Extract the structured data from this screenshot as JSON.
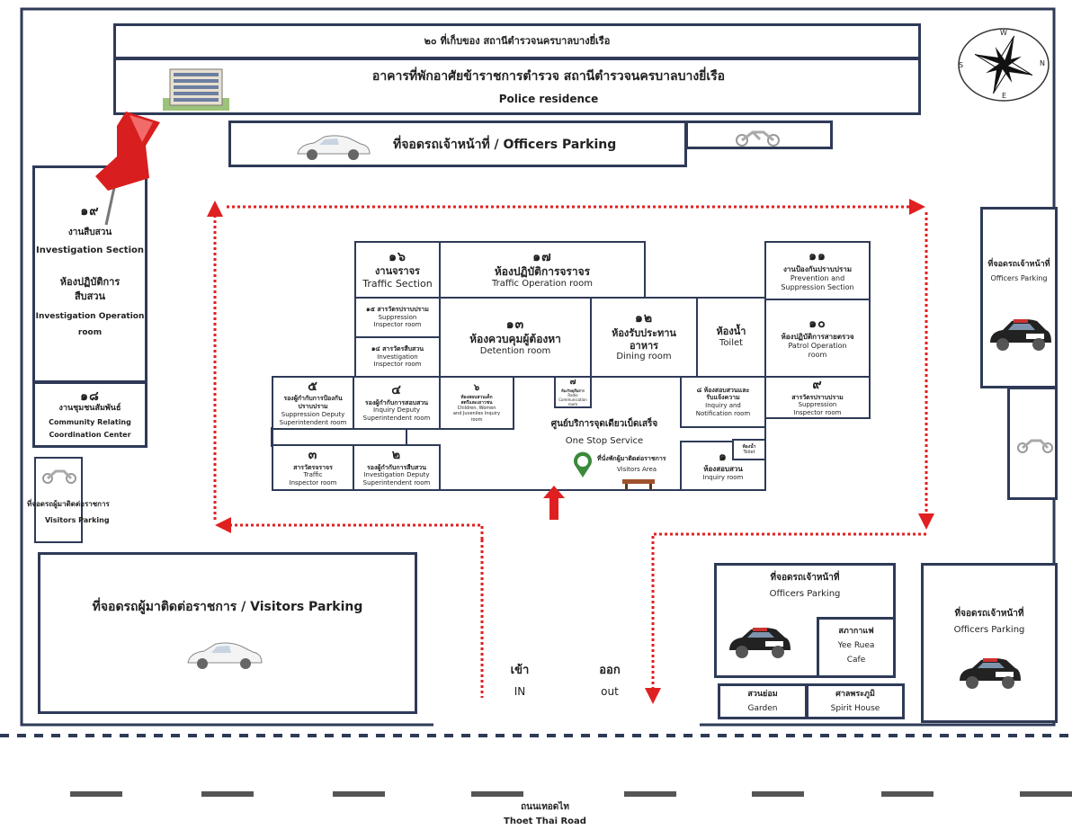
{
  "compass": {
    "n": "N",
    "s": "S",
    "e": "E",
    "w": "W"
  },
  "residence": {
    "top_label": "๒๐  ที่เก็บของ สถานีตำรวจนครบาลบางยี่เรือ",
    "title_th": "อาคารที่พักอาศัยข้าราชการตำรวจ สถานีตำรวจนครบาลบางยี่เรือ",
    "title_en": "Police residence"
  },
  "officers_parking_top": "ที่จอดรถเจ้าหน้าที่ / Officers Parking",
  "investigation": {
    "num": "๑๙",
    "th1": "งานสืบสวน",
    "en1": "Investigation Section",
    "th2a": "ห้องปฏิบัติการ",
    "th2b": "สืบสวน",
    "en2a": "Investigation Operation",
    "en2b": "room"
  },
  "community": {
    "num": "๑๘",
    "th": "งานชุมชนสัมพันธ์",
    "en1": "Community Relating",
    "en2": "Coordination Center"
  },
  "visitors_parking_small": {
    "th": "ที่จอดรถผู้มาติดต่อราชการ",
    "en": "Visitors Parking"
  },
  "visitors_parking_big": "ที่จอดรถผู้มาติดต่อราชการ / Visitors Parking",
  "right_parking_top": {
    "th": "ที่จอดรถเจ้าหน้าที่",
    "en": "Officers Parking"
  },
  "rooms": {
    "r16": {
      "num": "๑๖",
      "th": "งานจราจร",
      "en": "Traffic Section"
    },
    "r17": {
      "num": "๑๗",
      "th": "ห้องปฏิบัติการจราจร",
      "en": "Traffic Operation room"
    },
    "r11": {
      "num": "๑๑",
      "th": "งานป้องกันปราบปราม",
      "en1": "Prevention and",
      "en2": "Suppression Section"
    },
    "r15": {
      "num": "๑๕",
      "th": "สารวัตรปราบปราม",
      "en1": "Suppression",
      "en2": "Inspector room"
    },
    "r13": {
      "num": "๑๓",
      "th": "ห้องควบคุมผู้ต้องหา",
      "en": "Detention room"
    },
    "r12": {
      "num": "๑๒",
      "th1": "ห้องรับประทาน",
      "th2": "อาหาร",
      "en": "Dining room"
    },
    "toilet": {
      "th": "ห้องน้ำ",
      "en": "Toilet"
    },
    "r10": {
      "num": "๑๐",
      "th": "ห้องปฏิบัติการสายตรวจ",
      "en1": "Patrol Operation",
      "en2": "room"
    },
    "r14": {
      "num": "๑๔",
      "th": "สารวัตรสืบสวน",
      "en1": "Investigation",
      "en2": "Inspector room"
    },
    "r5": {
      "num": "๕",
      "th1": "รองผู้กำกับการป้องกัน",
      "th2": "ปราบปราม",
      "en1": "Suppression Deputy",
      "en2": "Superintendent room"
    },
    "r4": {
      "num": "๔",
      "th": "รองผู้กำกับการสอบสวน",
      "en1": "Inquiry Deputy",
      "en2": "Superintendent room"
    },
    "r6": {
      "num": "๖",
      "th1": "ห้องสอบสวนเด็ก",
      "th2": "สตรีและเยาวชน",
      "en1": "Children, Women",
      "en2": "and Juveniles Inquiry",
      "en3": "room"
    },
    "r7": {
      "num": "๗",
      "th": "ห้องวิทยุสื่อสาร",
      "en1": "Radio Communication",
      "en2": "room"
    },
    "r8": {
      "num": "๘",
      "th1": "ห้องสอบสวนและ",
      "th2": "รับแจ้งความ",
      "en1": "Inquiry and",
      "en2": "Notification room"
    },
    "r9": {
      "num": "๙",
      "th": "สารวัตรปราบปราม",
      "en1": "Suppression",
      "en2": "Inspector room"
    },
    "oss": {
      "th": "ศูนย์บริการจุดเดียวเบ็ดเสร็จ",
      "en": "One Stop Service"
    },
    "r3": {
      "num": "๓",
      "th": "สารวัตรจราจร",
      "en1": "Traffic",
      "en2": "Inspector room"
    },
    "r2": {
      "num": "๒",
      "th": "รองผู้กำกับการสืบสวน",
      "en1": "Investigation Deputy",
      "en2": "Superintendent room"
    },
    "visitors_area": {
      "th": "ที่นั่งพักผู้มาติดต่อราชการ",
      "en": "Visitors Area"
    },
    "r1": {
      "num": "๑",
      "th": "ห้องสอบสวน",
      "en": "Inquiry room"
    },
    "small_toilet": {
      "th": "ห้องน้ำ",
      "en": "Toilet"
    }
  },
  "entrance": {
    "in_th": "เข้า",
    "in_en": "IN",
    "out_th": "ออก",
    "out_en": "out"
  },
  "lower_right": {
    "officers_th": "ที่จอดรถเจ้าหน้าที่",
    "officers_en": "Officers Parking",
    "cafe_th": "สภากาแฟ",
    "cafe_en1": "Yee Ruea",
    "cafe_en2": "Cafe",
    "garden_th": "สวนย่อม",
    "garden_en": "Garden",
    "spirit_th": "ศาลพระภูมิ",
    "spirit_en": "Spirit House",
    "far_th": "ที่จอดรถเจ้าหน้าที่",
    "far_en": "Officers Parking"
  },
  "road": {
    "th": "ถนนเทอดไท",
    "en": "Thoet Thai Road"
  },
  "colors": {
    "border": "#2e3a57",
    "arrow": "#e02020",
    "pin": "#d81e1e",
    "map_pin": "#3b8a3b"
  },
  "icons": [
    "building-icon",
    "car-icon",
    "motorcycle-icon",
    "police-car-icon",
    "push-pin-icon",
    "map-pin-icon",
    "bench-icon",
    "compass-icon",
    "up-arrow-icon"
  ]
}
